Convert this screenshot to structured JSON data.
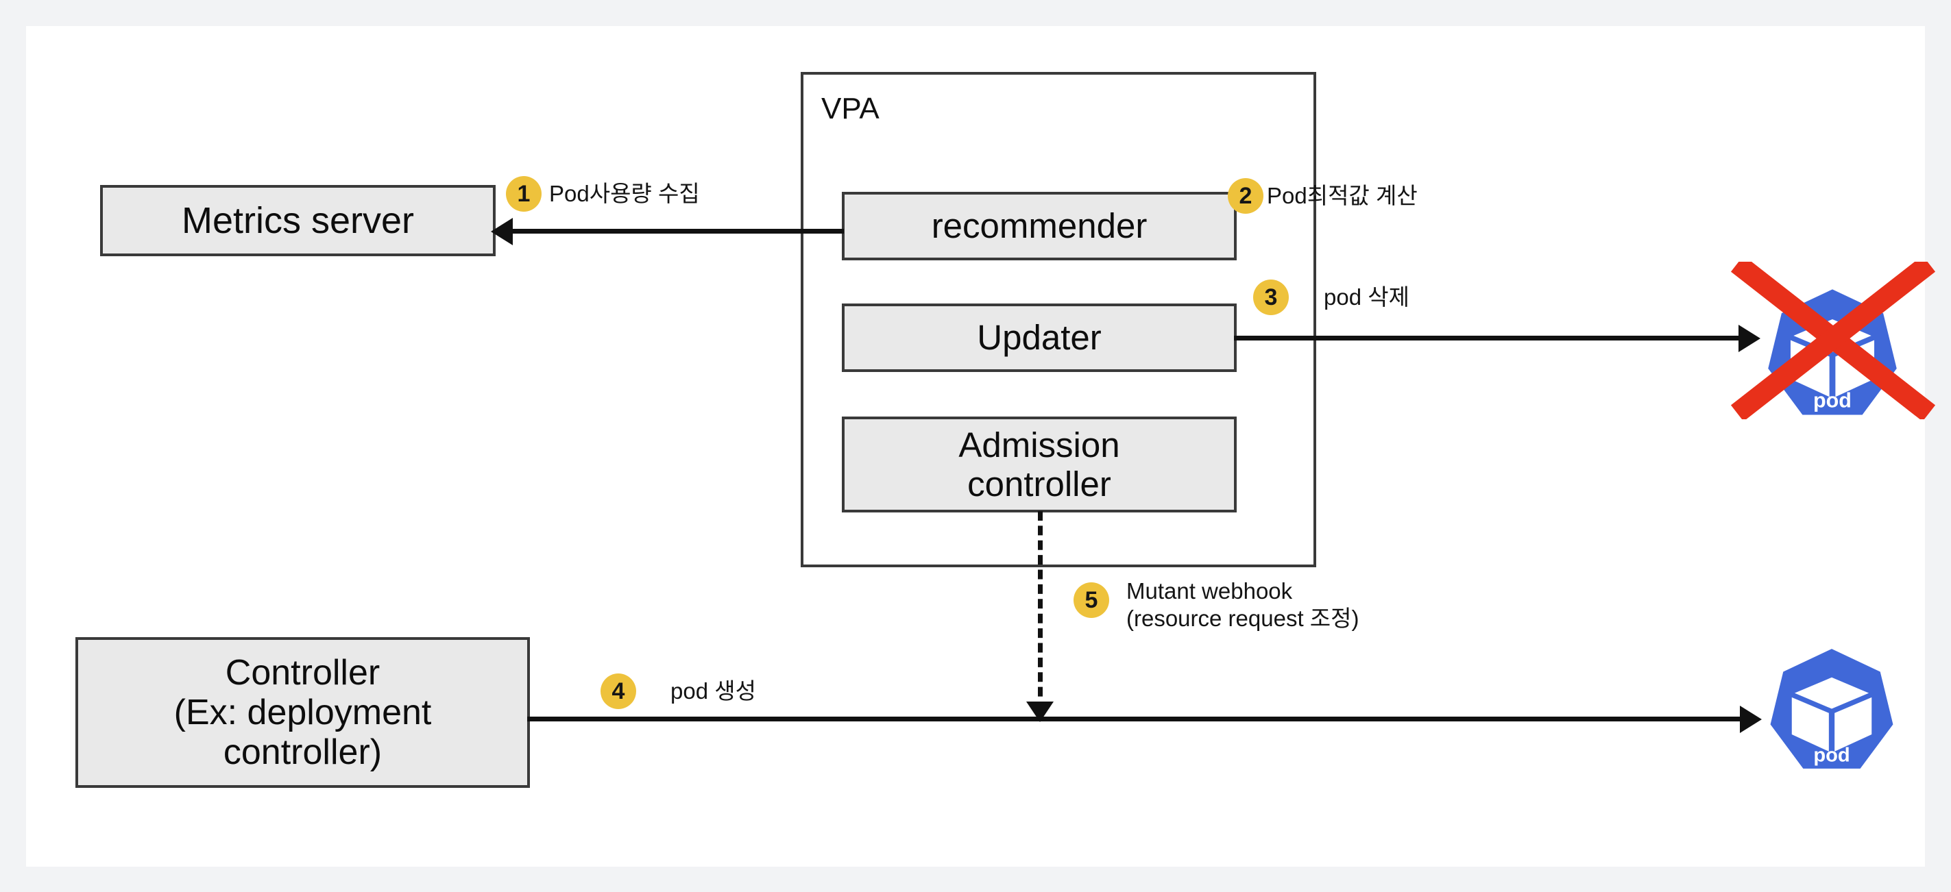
{
  "diagram": {
    "title": "Kubernetes VPA (Vertical Pod Autoscaler) flow",
    "colors": {
      "page_background": "#f2f3f5",
      "canvas_background": "#ffffff",
      "node_fill": "#e9e9e9",
      "node_border": "#3a3a3a",
      "badge_fill": "#eec23c",
      "line": "#111111",
      "kubernetes_blue": "#4068d8",
      "delete_mark_red": "#e8301a"
    }
  },
  "nodes": {
    "metrics_server": {
      "label": "Metrics server"
    },
    "vpa": {
      "title": "VPA"
    },
    "recommender": {
      "label": "recommender"
    },
    "updater": {
      "label": "Updater"
    },
    "admission_controller": {
      "label": "Admission\ncontroller"
    },
    "controller": {
      "label": "Controller\n(Ex: deployment\ncontroller)"
    }
  },
  "pods": {
    "deleted_pod": {
      "label": "pod",
      "state": "deleted"
    },
    "created_pod": {
      "label": "pod",
      "state": "created"
    }
  },
  "steps": [
    {
      "number": "1",
      "label": "Pod사용량 수집",
      "from": "recommender",
      "to": "metrics_server"
    },
    {
      "number": "2",
      "label": "Pod최적값 계산",
      "from": "recommender",
      "to": "updater"
    },
    {
      "number": "3",
      "label": "pod 삭제",
      "from": "updater",
      "to": "deleted_pod"
    },
    {
      "number": "4",
      "label": "pod 생성",
      "from": "controller",
      "to": "created_pod"
    },
    {
      "number": "5",
      "label": "Mutant webhook\n(resource request 조정)",
      "from": "admission_controller",
      "to": "created_pod"
    }
  ]
}
